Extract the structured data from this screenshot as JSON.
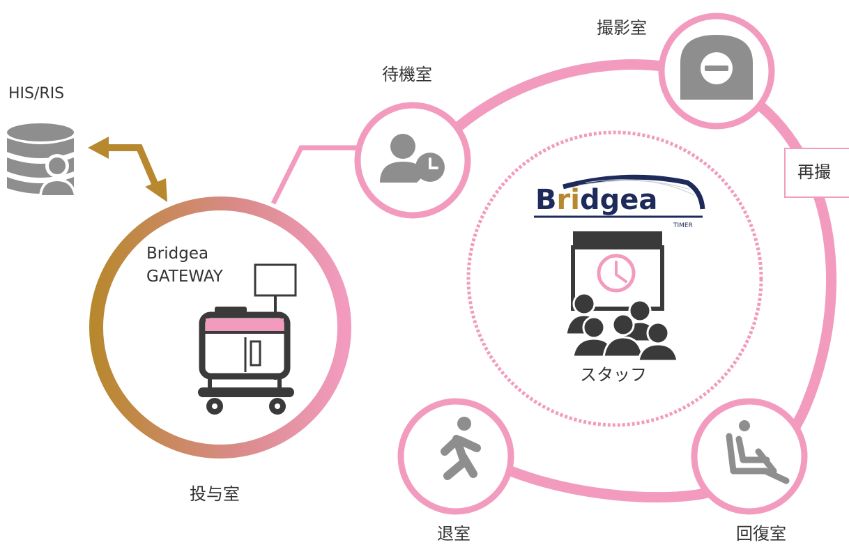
{
  "labels": {
    "his_ris": "HIS/RIS",
    "gateway_line1": "Bridgea",
    "gateway_line2": "GATEWAY",
    "dosing_room": "投与室",
    "waiting_room": "待機室",
    "imaging_room": "撮影室",
    "retake": "再撮",
    "staff": "スタッフ",
    "exit": "退室",
    "recovery_room": "回復室"
  },
  "logo": {
    "prefix": "B",
    "ri": "ri",
    "suffix": "dgea",
    "subtitle": "TIMER"
  },
  "colors": {
    "pink": "#f29bbf",
    "gold": "#b8882f",
    "gray": "#8e8e8e",
    "dark": "#3a3a3a",
    "navy": "#1d2a5a"
  },
  "icons": [
    "database-user-icon",
    "bidirectional-arrow-icon",
    "medical-cart-icon",
    "user-clock-icon",
    "scanner-icon",
    "people-calendar-icon",
    "walking-person-icon",
    "reclining-seat-icon"
  ]
}
